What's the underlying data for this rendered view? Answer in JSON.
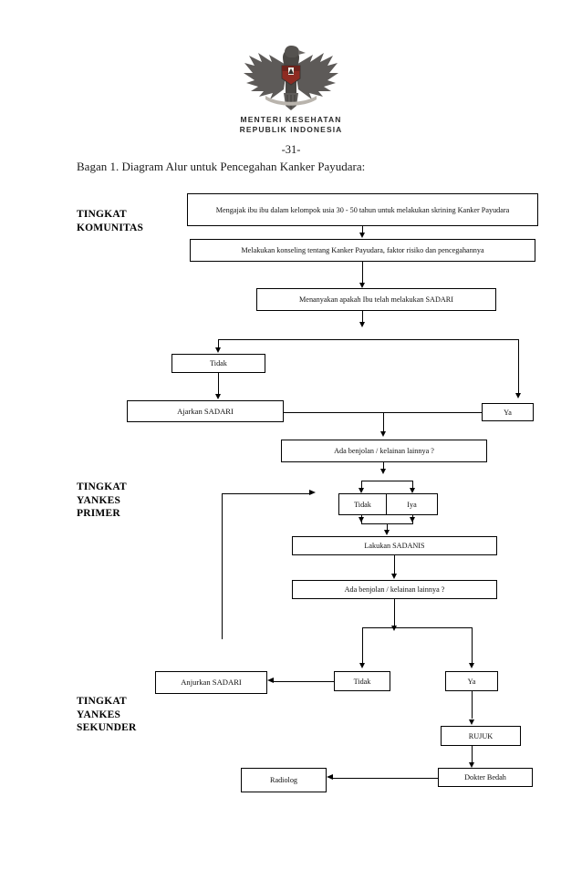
{
  "header": {
    "emblem_name": "garuda-pancasila-emblem",
    "ministry_line1": "MENTERI KESEHATAN",
    "ministry_line2": "REPUBLIK INDONESIA",
    "page_number": "-31-",
    "title": "Bagan 1. Diagram Alur untuk Pencegahan Kanker Payudara:"
  },
  "tiers": [
    {
      "id": "komunitas",
      "label": "TINGKAT\nKOMUNITAS"
    },
    {
      "id": "yankes-primer",
      "label": "TINGKAT\nYANKES\nPRIMER"
    },
    {
      "id": "yankes-sekunder",
      "label": "TINGKAT\nYANKES\nSEKUNDER"
    }
  ],
  "chart_data": {
    "type": "flowchart",
    "title": "Bagan 1. Diagram Alur untuk Pencegahan Kanker Payudara:",
    "nodes": [
      {
        "id": "n1",
        "label": "Mengajak ibu ibu dalam kelompok usia 30 - 50  tahun untuk melakukan skrining Kanker Payudara",
        "tier": "komunitas"
      },
      {
        "id": "n2",
        "label": "Melakukan konseling tentang Kanker Payudara, faktor risiko dan pencegahannya",
        "tier": "komunitas"
      },
      {
        "id": "n3",
        "label": "Menanyakan apakah Ibu telah melakukan SADARI",
        "tier": "komunitas"
      },
      {
        "id": "n4",
        "label": "Tidak",
        "tier": "komunitas"
      },
      {
        "id": "n5",
        "label": "Ya",
        "tier": "komunitas"
      },
      {
        "id": "n6",
        "label": "Ajarkan SADARI",
        "tier": "komunitas"
      },
      {
        "id": "n7",
        "label": "Ada benjolan / kelainan lainnya ?",
        "tier": "yankes-primer"
      },
      {
        "id": "n8",
        "label": "Tidak",
        "tier": "yankes-primer"
      },
      {
        "id": "n9",
        "label": "Iya",
        "tier": "yankes-primer"
      },
      {
        "id": "n10",
        "label": "Lakukan SADANIS",
        "tier": "yankes-primer"
      },
      {
        "id": "n11",
        "label": "Ada benjolan / kelainan lainnya ?",
        "tier": "yankes-primer"
      },
      {
        "id": "n12",
        "label": "Tidak",
        "tier": "yankes-primer"
      },
      {
        "id": "n13",
        "label": "Ya",
        "tier": "yankes-primer"
      },
      {
        "id": "n14",
        "label": "Anjurkan SADARI",
        "tier": "yankes-sekunder"
      },
      {
        "id": "n15",
        "label": "RUJUK",
        "tier": "yankes-sekunder"
      },
      {
        "id": "n16",
        "label": "Dokter Bedah",
        "tier": "yankes-sekunder"
      },
      {
        "id": "n17",
        "label": "Radiolog",
        "tier": "yankes-sekunder"
      }
    ],
    "edges": [
      {
        "from": "n1",
        "to": "n2"
      },
      {
        "from": "n2",
        "to": "n3"
      },
      {
        "from": "n3",
        "to": "n4"
      },
      {
        "from": "n3",
        "to": "n5"
      },
      {
        "from": "n4",
        "to": "n6"
      },
      {
        "from": "n6",
        "to": "n7"
      },
      {
        "from": "n5",
        "to": "n7"
      },
      {
        "from": "n7",
        "to": "n8"
      },
      {
        "from": "n7",
        "to": "n9"
      },
      {
        "from": "n8",
        "to": "n10"
      },
      {
        "from": "n9",
        "to": "n10"
      },
      {
        "from": "n10",
        "to": "n11"
      },
      {
        "from": "n11",
        "to": "n12"
      },
      {
        "from": "n11",
        "to": "n13"
      },
      {
        "from": "n12",
        "to": "n14"
      },
      {
        "from": "n14",
        "to": "n8",
        "note": "feedback loop back up to Tidak branch"
      },
      {
        "from": "n13",
        "to": "n15"
      },
      {
        "from": "n15",
        "to": "n16"
      },
      {
        "from": "n16",
        "to": "n17"
      }
    ]
  }
}
